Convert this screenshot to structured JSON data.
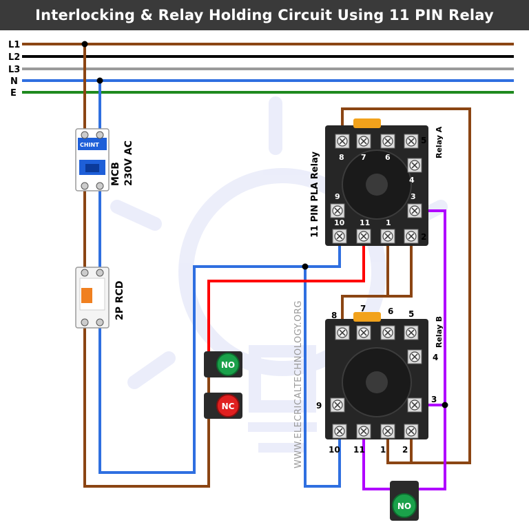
{
  "header": {
    "title": "Interlocking & Relay Holding Circuit Using 11 PIN Relay"
  },
  "colors": {
    "L1": "#8b4513",
    "L2": "#000000",
    "L3": "#9a9a9a",
    "N": "#2f6fe0",
    "E": "#1f8a1f",
    "control_red": "#ff0000",
    "control_purple": "#b000ff",
    "header_bg": "#3a3a3a",
    "no_button": "#1aa14a",
    "nc_button": "#e02020"
  },
  "bus": {
    "L1": "L1",
    "L2": "L2",
    "L3": "L3",
    "N": "N",
    "E": "E"
  },
  "mcb": {
    "brand": "CHINT",
    "label": "MCB",
    "rating": "230V AC"
  },
  "rcd": {
    "label": "2P RCD"
  },
  "relay_a": {
    "type_label": "11 PIN PLA Relay",
    "name": "Relay A",
    "terminals": {
      "t1": "1",
      "t2": "2",
      "t3": "3",
      "t4": "4",
      "t5": "5",
      "t6": "6",
      "t7": "7",
      "t8": "8",
      "t9": "9",
      "t10": "10",
      "t11": "11"
    }
  },
  "relay_b": {
    "name": "Relay B",
    "terminals": {
      "t1": "1",
      "t2": "2",
      "t3": "3",
      "t4": "4",
      "t5": "5",
      "t6": "6",
      "t7": "7",
      "t8": "8",
      "t9": "9",
      "t10": "10",
      "t11": "11"
    }
  },
  "buttons": {
    "no_a": "NO",
    "nc": "NC",
    "no_b": "NO"
  },
  "watermark": "WWW.ELECRICALTECHNOLOGY.ORG"
}
